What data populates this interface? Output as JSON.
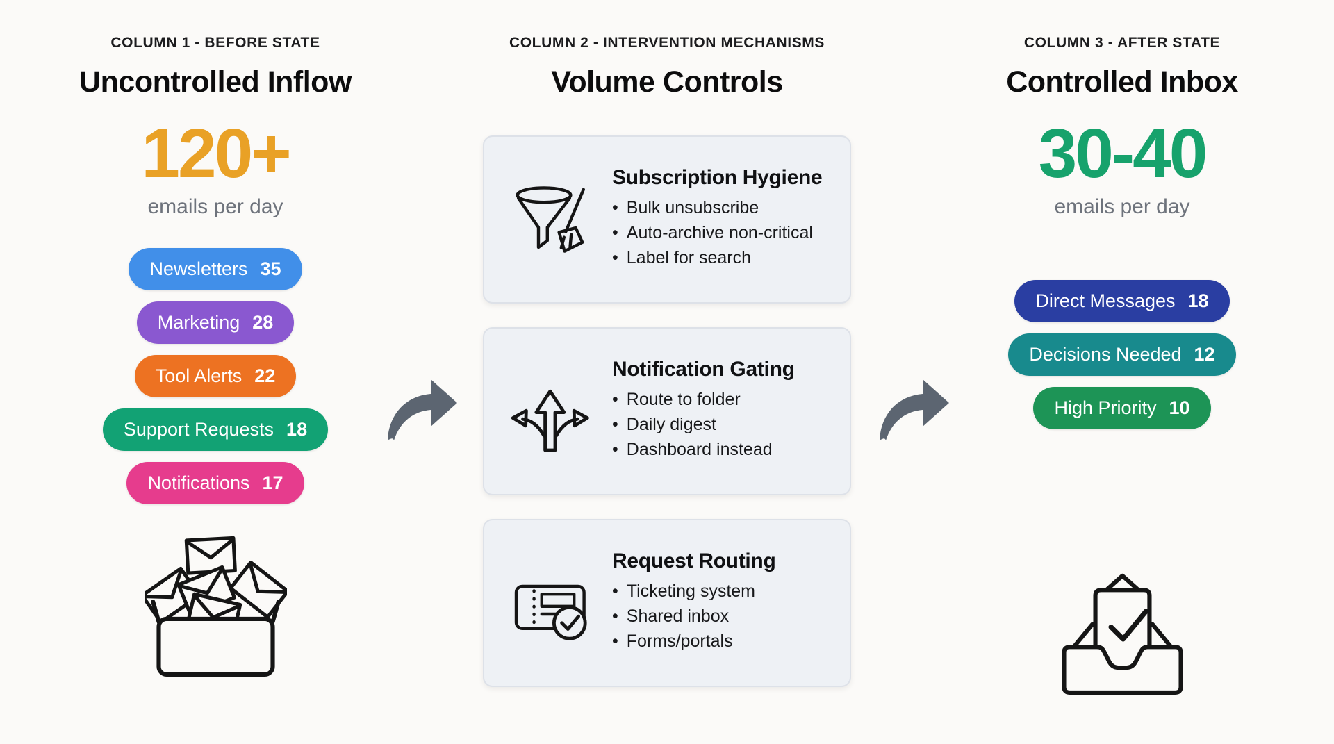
{
  "columns": [
    {
      "kicker": "COLUMN 1 - BEFORE STATE",
      "title": "Uncontrolled Inflow",
      "stat": {
        "value": "120+",
        "caption": "emails per day",
        "color": "#E9A126"
      },
      "pills": [
        {
          "label": "Newsletters",
          "count": "35",
          "color": "#418FE9"
        },
        {
          "label": "Marketing",
          "count": "28",
          "color": "#8A58D0"
        },
        {
          "label": "Tool Alerts",
          "count": "22",
          "color": "#ED7222"
        },
        {
          "label": "Support Requests",
          "count": "18",
          "color": "#12A274"
        },
        {
          "label": "Notifications",
          "count": "17",
          "color": "#E63C8D"
        }
      ],
      "icon": "overflowing-inbox-icon"
    },
    {
      "kicker": "COLUMN 2 - INTERVENTION MECHANISMS",
      "title": "Volume Controls",
      "cards": [
        {
          "icon": "funnel-broom-icon",
          "title": "Subscription Hygiene",
          "bullets": [
            "Bulk unsubscribe",
            "Auto-archive non-critical",
            "Label for search"
          ]
        },
        {
          "icon": "branching-arrows-icon",
          "title": "Notification Gating",
          "bullets": [
            "Route to folder",
            "Daily digest",
            "Dashboard instead"
          ]
        },
        {
          "icon": "ticket-check-icon",
          "title": "Request Routing",
          "bullets": [
            "Ticketing system",
            "Shared inbox",
            "Forms/portals"
          ]
        }
      ]
    },
    {
      "kicker": "COLUMN 3 - AFTER STATE",
      "title": "Controlled Inbox",
      "stat": {
        "value": "30-40",
        "caption": "emails per day",
        "color": "#17A26C"
      },
      "pills": [
        {
          "label": "Direct Messages",
          "count": "18",
          "color": "#2A3EA2"
        },
        {
          "label": "Decisions Needed",
          "count": "12",
          "color": "#188A8D"
        },
        {
          "label": "High Priority",
          "count": "10",
          "color": "#1D9456"
        }
      ],
      "icon": "inbox-check-icon"
    }
  ],
  "flow": {
    "arrow_color": "#5C6571"
  },
  "style": {
    "card_background": "#EEF1F5",
    "page_background": "#FBFAF8"
  }
}
